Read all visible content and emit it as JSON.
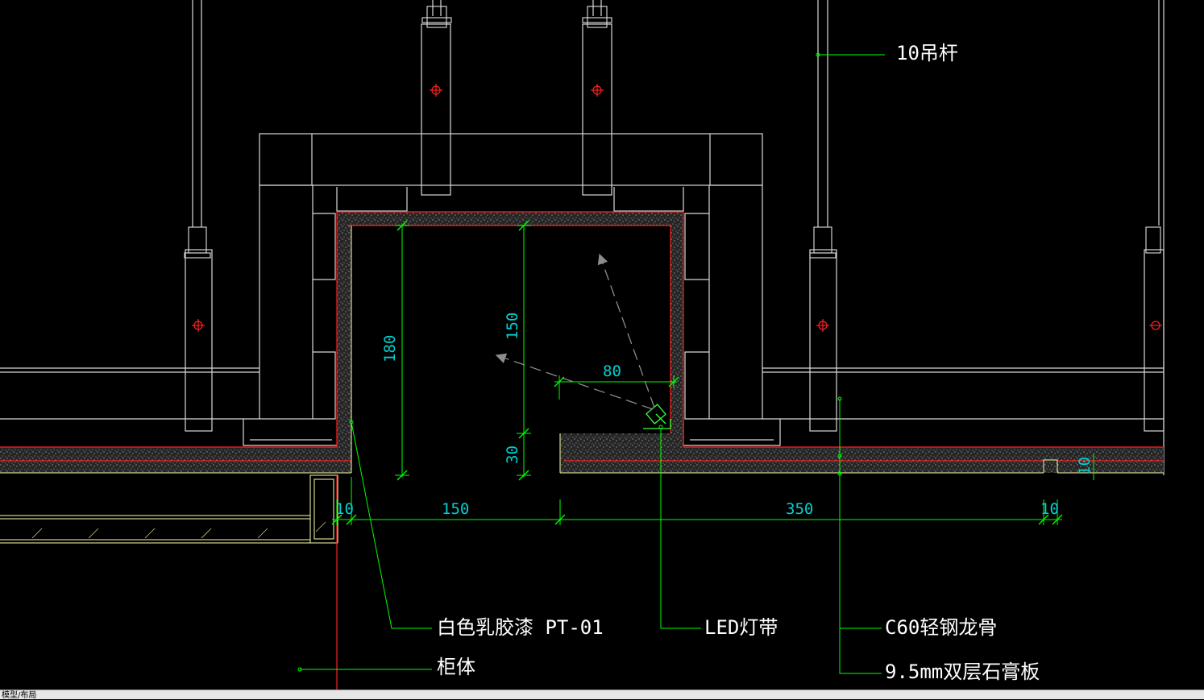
{
  "annotations": {
    "hanger_rod": "10吊杆",
    "paint": "白色乳胶漆 PT-01",
    "cabinet": "柜体",
    "led": "LED灯带",
    "keel": "C60轻钢龙骨",
    "gypsum": "9.5mm双层石膏板"
  },
  "dimensions": {
    "d180": "180",
    "d150v": "150",
    "d30": "30",
    "d80": "80",
    "d10_left": "10",
    "d150h": "150",
    "d350": "350",
    "d10_right": "10",
    "d10_side": "10"
  },
  "layout_tab": {
    "label": "模型/布局"
  },
  "colors": {
    "background": "#000000",
    "annotation_text": "#ffffff",
    "dimension_text": "#00d0d0",
    "leader": "#00ff00",
    "outline": "#ffffff",
    "board_edge": "#ff2020",
    "board_fill": "#3a3a3a"
  }
}
